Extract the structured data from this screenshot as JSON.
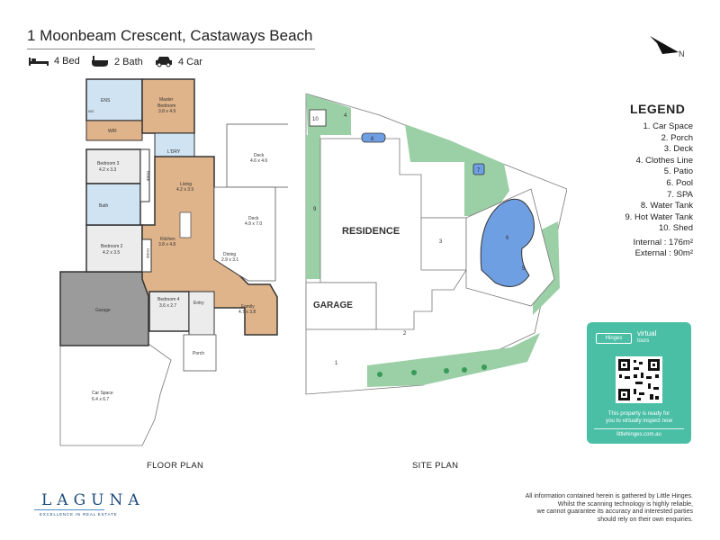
{
  "header": {
    "title": "1 Moonbeam Crescent, Castaways Beach",
    "features": [
      {
        "icon": "bed-icon",
        "label": "4 Bed"
      },
      {
        "icon": "bath-icon",
        "label": "2 Bath"
      },
      {
        "icon": "car-icon",
        "label": "4 Car"
      }
    ]
  },
  "compass": {
    "label": "N"
  },
  "floor_plan": {
    "caption": "FLOOR PLAN",
    "rooms": [
      {
        "name": "ENS",
        "dims": ""
      },
      {
        "name": "Master",
        "name2": "Bedroom",
        "dims": "3.8 x 4.9"
      },
      {
        "name": "WIR",
        "dims": ""
      },
      {
        "name": "WC",
        "dims": ""
      },
      {
        "name": "L'DRY",
        "dims": ""
      },
      {
        "name": "Bedroom 3",
        "dims": "4.2 x 3.3"
      },
      {
        "name": "ROBE",
        "dims": ""
      },
      {
        "name": "Living",
        "dims": "4.2 x 3.9"
      },
      {
        "name": "Deck",
        "dims": "4.6 x 4.6"
      },
      {
        "name": "Bath",
        "dims": ""
      },
      {
        "name": "Deck",
        "dims": "4.9 x 7.0"
      },
      {
        "name": "Kitchen",
        "dims": "3.8 x 4.8"
      },
      {
        "name": "Bedroom 2",
        "dims": "4.2 x 3.5"
      },
      {
        "name": "ROBE",
        "dims": ""
      },
      {
        "name": "Dining",
        "dims": "2.9 x 3.1"
      },
      {
        "name": "Garage",
        "dims": ""
      },
      {
        "name": "Bedroom 4",
        "dims": "3.6 x 2.7"
      },
      {
        "name": "Entry",
        "dims": ""
      },
      {
        "name": "Family",
        "dims": "4.7 x 3.8"
      },
      {
        "name": "Porch",
        "dims": ""
      },
      {
        "name": "Car Space",
        "dims": "6.4 x 6.7"
      }
    ]
  },
  "site_plan": {
    "caption": "SITE PLAN",
    "residence_label": "RESIDENCE",
    "garage_label": "GARAGE",
    "markers": [
      "1",
      "2",
      "3",
      "4",
      "5",
      "6",
      "7",
      "8",
      "9",
      "10"
    ]
  },
  "legend": {
    "title": "LEGEND",
    "items": [
      "1. Car Space",
      "2. Porch",
      "3. Deck",
      "4. Clothes Line",
      "5. Patio",
      "6. Pool",
      "7. SPA",
      "8. Water Tank",
      "9. Hot Water Tank",
      "10. Shed"
    ],
    "internal": "Internal  : 176m²",
    "external": "External :  90m²"
  },
  "qr_card": {
    "brand": "Hinges",
    "virtual": "virtual",
    "tours": "tours",
    "line1": "This property is ready for",
    "line2": "you to virtually inspect now",
    "url": "littlehinges.com.au"
  },
  "footer": {
    "logo": "LAGUNA",
    "tagline": "EXCELLENCE IN REAL ESTATE",
    "disclaimer": [
      "All information contained herein is gathered by Little Hinges.",
      "Whilst the scanning technology is highly reliable,",
      "we cannot guarantee its accuracy and interested parties",
      "should rely on their own enquiries."
    ]
  },
  "colors": {
    "wood": "#e0b48a",
    "wet": "#cfe3f3",
    "garage": "#9b9b9b",
    "grass": "#9bcfa6",
    "pool": "#6f9fe3",
    "accent": "#4bbfa6"
  }
}
